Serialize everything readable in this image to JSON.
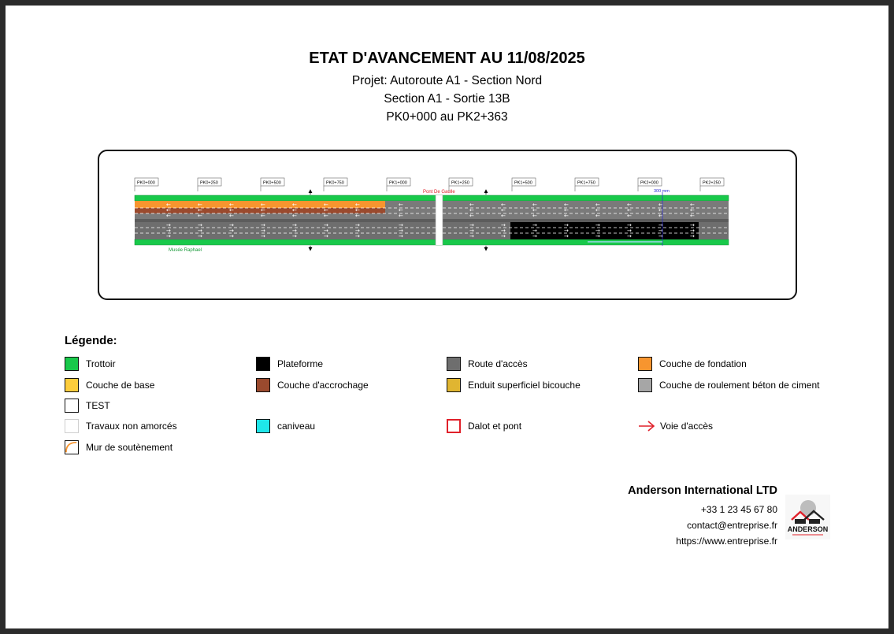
{
  "header": {
    "title": "ETAT D'AVANCEMENT AU 11/08/2025",
    "project": "Projet: Autoroute A1 - Section Nord",
    "section": "Section A1 - Sortie 13B",
    "range": "PK0+000 au PK2+363"
  },
  "diagram": {
    "pk_labels": [
      "PK0+000",
      "PK0+250",
      "PK0+500",
      "PK0+750",
      "PK1+000",
      "PK1+250",
      "PK1+500",
      "PK1+750",
      "PK2+000",
      "PK2+250"
    ],
    "bridge_label": "Pont De Gaulle",
    "museum_label": "Musée Raphael",
    "dimension_label": "300 mm"
  },
  "legend": {
    "title": "Légende:",
    "items": [
      {
        "label": "Trottoir",
        "color": "#18c94a"
      },
      {
        "label": "Plateforme",
        "color": "#000000"
      },
      {
        "label": "Route d'accès",
        "color": "#6e6e6e"
      },
      {
        "label": "Couche de fondation",
        "color": "#f7952f"
      },
      {
        "label": "Couche de base",
        "color": "#fdcd3c"
      },
      {
        "label": "Couche d'accrochage",
        "color": "#9a4a2e"
      },
      {
        "label": "Enduit superficiel bicouche",
        "color": "#e0b531"
      },
      {
        "label": "Couche de roulement béton de ciment",
        "color": "#a6a6a6"
      },
      {
        "label": "TEST",
        "color": "#ffffff"
      },
      {
        "label": "Travaux non amorcés",
        "color": "#ffffff"
      },
      {
        "label": "caniveau",
        "color": "#1fe6ea"
      },
      {
        "label": "Dalot et pont",
        "color": "#e0202a"
      },
      {
        "label": "Voie d'accès",
        "color": "#e0202a"
      },
      {
        "label": "Mur de soutènement",
        "color": "#f7952f"
      }
    ]
  },
  "company": {
    "name": "Anderson International LTD",
    "phone": "+33 1 23 45 67 80",
    "email": "contact@entreprise.fr",
    "website": "https://www.entreprise.fr",
    "logo_text": "ANDERSON"
  }
}
